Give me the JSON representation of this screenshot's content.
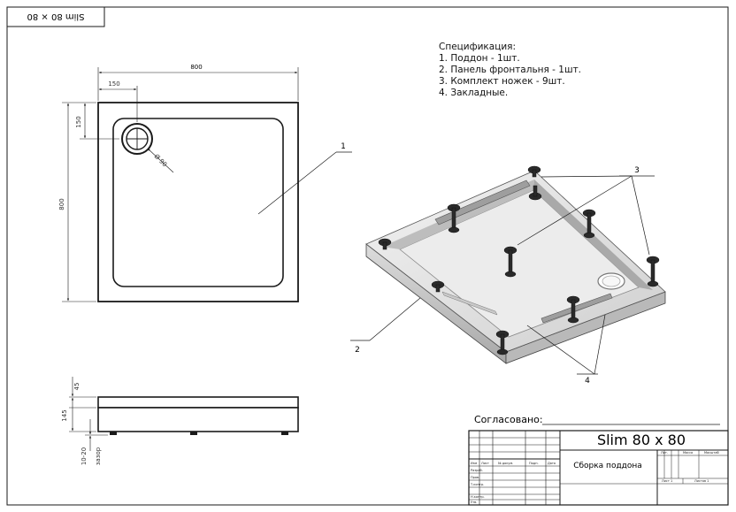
{
  "corner_stamp": "Slim 80 × 80",
  "specification": {
    "title": "Спецификация:",
    "items": [
      "1. Поддон - 1шт.",
      "2. Панель фронтальня - 1шт.",
      "3. Комплект ножек - 9шт.",
      "4. Закладные."
    ]
  },
  "plan_view": {
    "width_dim": "800",
    "height_dim": "800",
    "drain_offset_x": "150",
    "drain_offset_y": "150",
    "drain_diameter": "Ø 90"
  },
  "side_view": {
    "dim_top": "45",
    "dim_body": "145",
    "dim_gap": "10-20",
    "gap_label": "зазор"
  },
  "callouts": [
    "1",
    "2",
    "3",
    "4"
  ],
  "approval": {
    "label": "Согласовано:"
  },
  "title_block": {
    "product_name": "Slim 80 x 80",
    "doc_title": "Сборка поддона",
    "col_headers": [
      "Изм",
      "Лист",
      "№ докум.",
      "Подп.",
      "Дата"
    ],
    "row_labels": [
      "Разраб.",
      "Пров.",
      "Т.контр.",
      "Н.контр.",
      "Утв."
    ],
    "lit_label": "Лит.",
    "mass_label": "Масса",
    "scale_label": "Масштаб",
    "sheet_label": "Лист 1",
    "sheets_label": "Листов 1"
  },
  "colors": {
    "line": "#1a1a1a",
    "tray_light": "#e9e9e9",
    "tray_dark": "#9a9a9a",
    "leg": "#2a2a2a"
  }
}
